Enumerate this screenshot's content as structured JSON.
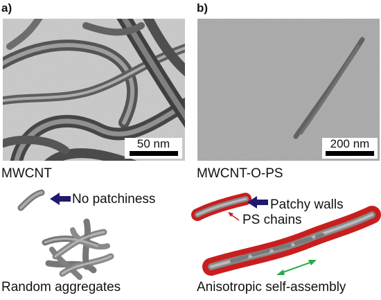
{
  "panel_a": {
    "label": "a)",
    "scale_bar": "50 nm",
    "name": "MWCNT",
    "annotation": "No patchiness",
    "caption": "Random aggregates"
  },
  "panel_b": {
    "label": "b)",
    "scale_bar": "200 nm",
    "name": "MWCNT-O-PS",
    "annotation_walls": "Patchy walls",
    "annotation_chains": "PS chains",
    "caption": "Anisotropic self-assembly"
  },
  "colors": {
    "arrow_navy": "#1f1a6e",
    "chain_red": "#c81e1e",
    "tube_gray": "#8a8a8a",
    "assembly_arrow": "#2aa84a"
  }
}
